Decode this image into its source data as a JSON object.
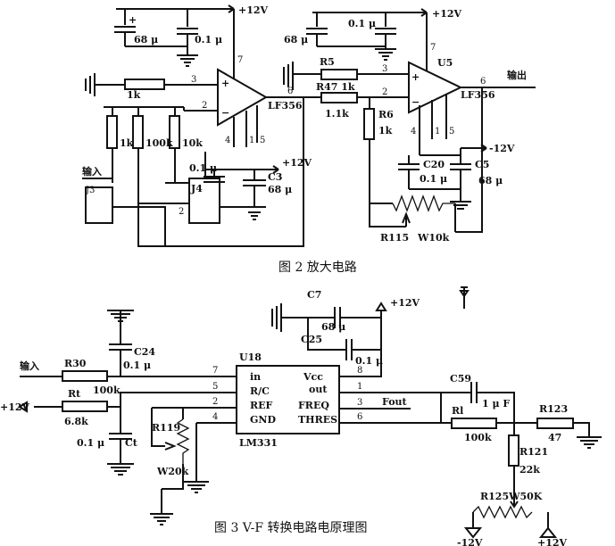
{
  "fig2": {
    "caption": "图 2   放大电路",
    "rail_pos_1": "+12V",
    "rail_pos_2": "+12V",
    "rail_pos_3": "+12V",
    "rail_neg": "-12V",
    "cap_top_left_1": "68 μ",
    "cap_top_left_2": "0.1 μ",
    "cap_top_right_1": "68 μ",
    "cap_top_right_2": "0.1 μ",
    "res_1k_input": "1k",
    "res_1k": "1k",
    "res_100k": "100k",
    "res_10k": "10k",
    "opamp1_name": "LF356",
    "opamp1_pin3": "3",
    "opamp1_pin2": "2",
    "opamp1_pin6": "6",
    "opamp1_pin7": "7",
    "opamp1_pin4": "4",
    "opamp1_pin1": "1",
    "opamp1_pin5": "5",
    "input_label": "输入",
    "j3": "J3",
    "j4": "J4",
    "c3": "C3",
    "c3_val": "68 μ",
    "c_j4": "0.1 μ",
    "j4_pin2": "2",
    "r5": "R5",
    "r47": "R47  1k",
    "r47_val": "1.1k",
    "r6": "R6",
    "r6_val": "1k",
    "u5": "U5",
    "opamp2_name": "LF356",
    "opamp2_pin3": "3",
    "opamp2_pin2": "2",
    "opamp2_pin6": "6",
    "opamp2_pin7": "7",
    "opamp2_pin4": "4",
    "opamp2_pin1": "1",
    "opamp2_pin5": "5",
    "output_label": "输出",
    "c20": "C20",
    "c20_val": "0.1 μ",
    "c5": "C5",
    "c5_val": "68 μ",
    "r115": "R115",
    "w10k": "W10k"
  },
  "fig3": {
    "caption": "图 3   V-F 转换电路电原理图",
    "c7": "C7",
    "c7_val": "68 μ",
    "c25": "C25",
    "c25_val": "0.1 μ",
    "rail_pos_1": "+12V",
    "rail_pos_2": "+12V",
    "rail_pos_3": "+12V",
    "rail_neg": "-12V",
    "input_label": "输入",
    "r30": "R30",
    "r30_val": "100k",
    "c24": "C24",
    "c24_val": "0.1 μ",
    "rt": "Rt",
    "rt_val": "6.8k",
    "ct": "Ct",
    "ct_val": "0.1 μ",
    "r119": "R119",
    "w20k": "W20k",
    "u18": "U18",
    "ic_name": "LM331",
    "pin_in": "in",
    "pin_rc": "R/C",
    "pin_ref": "REF",
    "pin_gnd": "GND",
    "pin_vcc": "Vcc",
    "pin_out": "out",
    "pin_freq": "FREQ",
    "pin_thres": "THRES",
    "n7": "7",
    "n5": "5",
    "n2": "2",
    "n4": "4",
    "n8": "8",
    "n1": "1",
    "n3": "3",
    "n6": "6",
    "fout": "Fout",
    "c59": "C59",
    "c59_val": "1 μ F",
    "rl": "Rl",
    "rl_val": "100k",
    "r123": "R123",
    "r123_val": "47",
    "r121": "R121",
    "r121_val": "22k",
    "r125": "R125W50K"
  }
}
